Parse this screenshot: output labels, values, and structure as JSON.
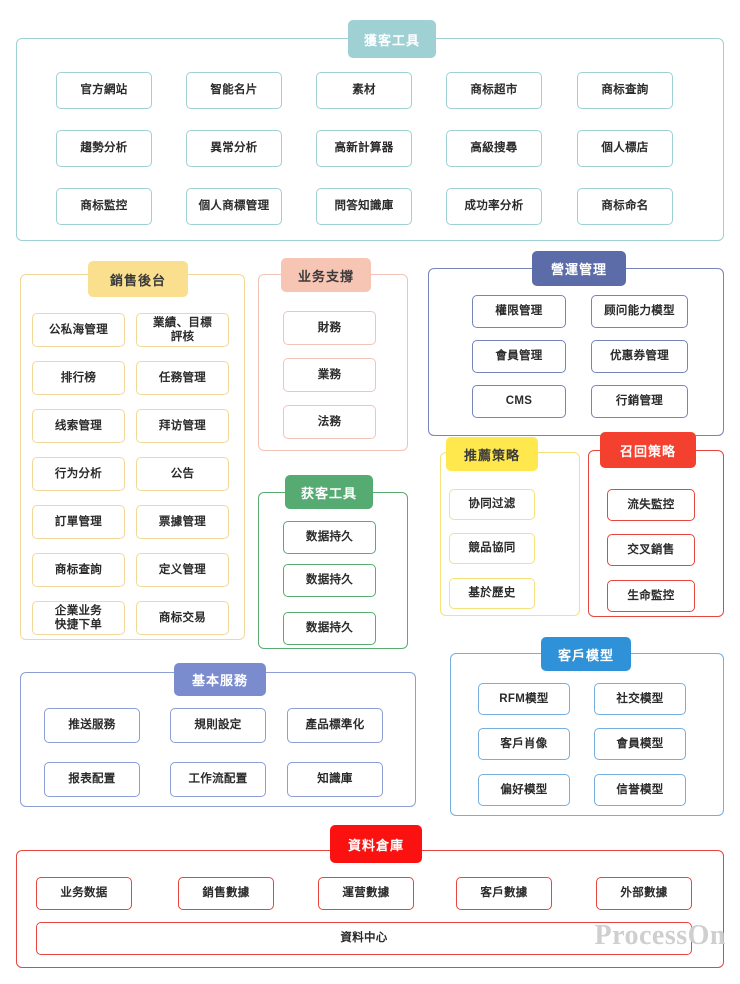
{
  "meta": {
    "watermark": "ProcessOn"
  },
  "colors": {
    "teal_header_bg": "#9ed0d4",
    "teal_header_text": "#ffffff",
    "teal_border": "#9ed0d4",
    "gold_header_bg": "#fadf8f",
    "gold_header_text": "#3a3a3a",
    "gold_border": "#f2d79a",
    "salmon_header_bg": "#f7c5b4",
    "salmon_header_text": "#3a3a3a",
    "salmon_border": "#f2c4b8",
    "green_header_bg": "#56ab73",
    "green_header_text": "#ffffff",
    "green_border": "#5aab72",
    "slate_header_bg": "#5b6ca8",
    "slate_header_text": "#ffffff",
    "slate_border": "#7784b8",
    "yellow_header_bg": "#ffe84d",
    "yellow_header_text": "#3a3a3a",
    "yellow_border": "#f5e27a",
    "red_header_bg": "#f4402f",
    "red_header_text": "#ffffff",
    "red_border": "#e8453c",
    "blue_header_bg": "#2f91d8",
    "blue_header_text": "#ffffff",
    "blue_border": "#76aedd",
    "blue2_header_bg": "#7b8cce",
    "blue2_header_text": "#ffffff",
    "blue2_border": "#8c9ed4",
    "datawarehouse_header_bg": "#fb1210",
    "datawarehouse_border": "#e8453c"
  },
  "sections": {
    "acquisition_tools_top": {
      "title": "獲客工具",
      "nodes": [
        "官方網站",
        "智能名片",
        "素材",
        "商标超市",
        "商标查詢",
        "趨勢分析",
        "異常分析",
        "高新計算器",
        "高級搜尋",
        "個人標店",
        "商标監控",
        "個人商標管理",
        "問答知識庫",
        "成功率分析",
        "商标命名"
      ]
    },
    "sales_backend": {
      "title": "銷售後台",
      "nodes": [
        "公私海管理",
        "業績、目標\n評核",
        "排行榜",
        "任務管理",
        "线索管理",
        "拜访管理",
        "行为分析",
        "公告",
        "訂單管理",
        "票據管理",
        "商标查詢",
        "定义管理",
        "企業业务\n快捷下单",
        "商标交易"
      ]
    },
    "business_support": {
      "title": "业务支撐",
      "nodes": [
        "財務",
        "業務",
        "法務"
      ]
    },
    "acquisition_tools_mid": {
      "title": "获客工具",
      "nodes": [
        "数据持久",
        "数据持久",
        "数据持久"
      ]
    },
    "operations_mgmt": {
      "title": "營運管理",
      "nodes": [
        "權限管理",
        "顾问能力模型",
        "會員管理",
        "优惠券管理",
        "CMS",
        "行銷管理"
      ]
    },
    "recommendation_strategy": {
      "title": "推薦策略",
      "nodes": [
        "协同过滤",
        "競品協同",
        "基於歷史"
      ]
    },
    "recall_strategy": {
      "title": "召回策略",
      "nodes": [
        "流失監控",
        "交叉銷售",
        "生命監控"
      ]
    },
    "basic_services": {
      "title": "基本服務",
      "nodes": [
        "推送服務",
        "規則設定",
        "產品標準化",
        "报表配置",
        "工作流配置",
        "知識庫"
      ]
    },
    "customer_model": {
      "title": "客戶模型",
      "nodes": [
        "RFM模型",
        "社交模型",
        "客戶肖像",
        "會員模型",
        "偏好模型",
        "信誉模型"
      ]
    },
    "data_warehouse": {
      "title": "資料倉庫",
      "nodes": [
        "业务数据",
        "銷售數據",
        "運营數據",
        "客戶數據",
        "外部數據"
      ],
      "footer": "資料中心"
    }
  }
}
